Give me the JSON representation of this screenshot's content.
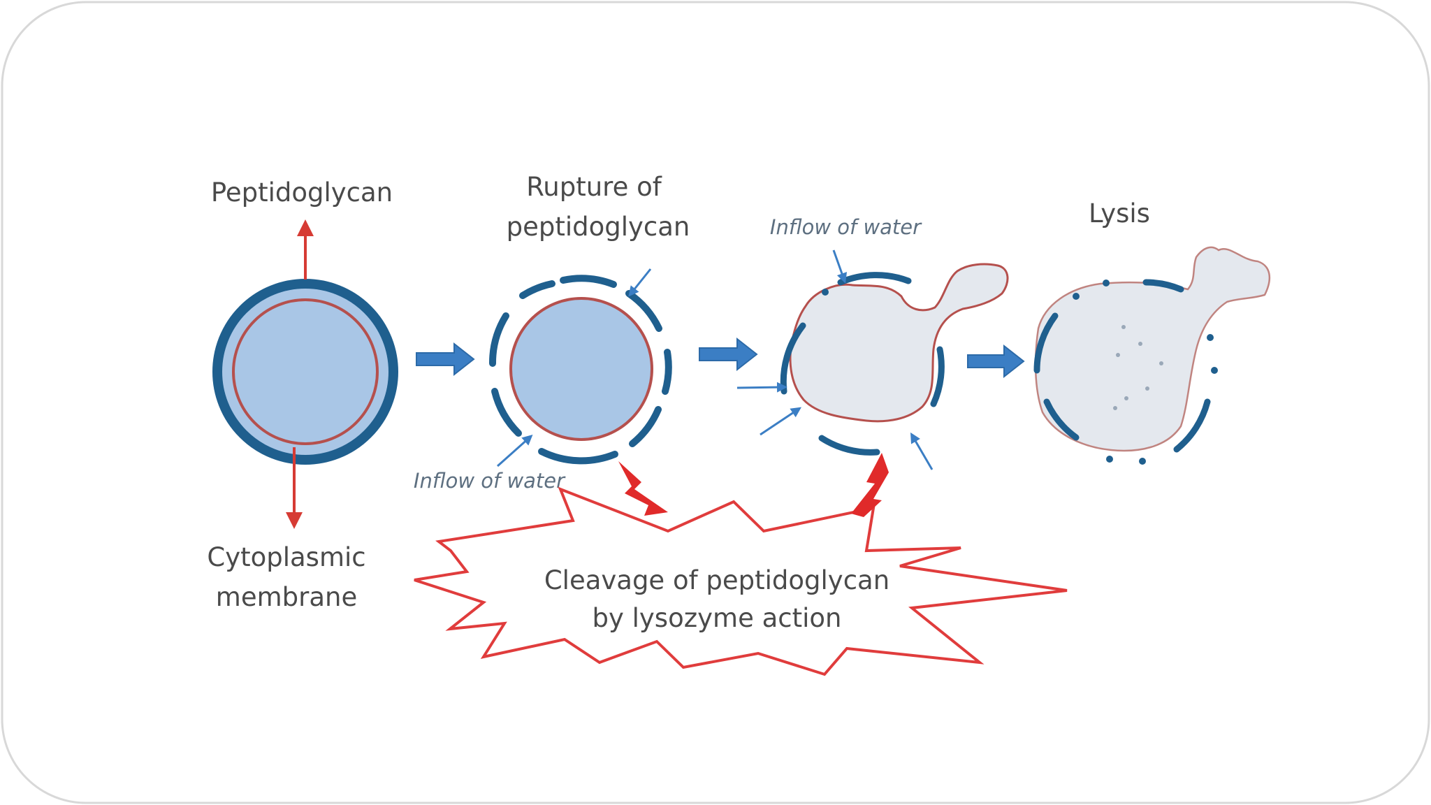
{
  "colors": {
    "cell_fill": "#a9c6e6",
    "wall_blue": "#1f5f8e",
    "membrane_red": "#b5504d",
    "arrow_red": "#d63b34",
    "flow_arrow_blue": "#3b7ec4",
    "burst_outline": "#e03c3c",
    "text_gray": "#4a4a4a"
  },
  "labels": {
    "peptidoglycan": "Peptidoglycan",
    "cytoplasmic_line1": "Cytoplasmic",
    "cytoplasmic_line2": "membrane",
    "rupture_line1": "Rupture of",
    "rupture_line2": "peptidoglycan",
    "inflow_stage2": "Inflow of water",
    "inflow_stage3": "Inflow of water",
    "lysis": "Lysis",
    "cleavage_line1": "Cleavage of peptidoglycan",
    "cleavage_line2": "by lysozyme action"
  },
  "icons": {
    "process_arrow": "right-block-arrow-icon",
    "lightning": "lightning-bolt-icon",
    "water_arrow": "small-arrow-icon"
  }
}
